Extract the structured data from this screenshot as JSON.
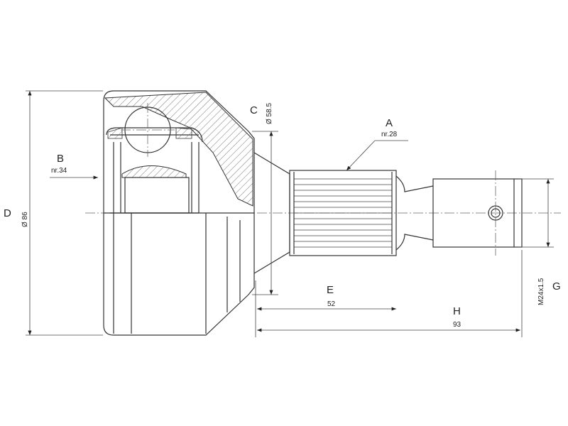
{
  "labels": {
    "A": "A",
    "A_sub": "nr.28",
    "B": "B",
    "B_sub": "nr.34",
    "C": "C",
    "C_sub": "Ø 58.5",
    "D": "D",
    "D_sub": "Ø 86",
    "E": "E",
    "E_sub": "52",
    "G": "G",
    "G_sub": "M24x1.5",
    "H": "H",
    "H_sub": "93"
  },
  "colors": {
    "line": "#333333",
    "background": "#ffffff"
  }
}
